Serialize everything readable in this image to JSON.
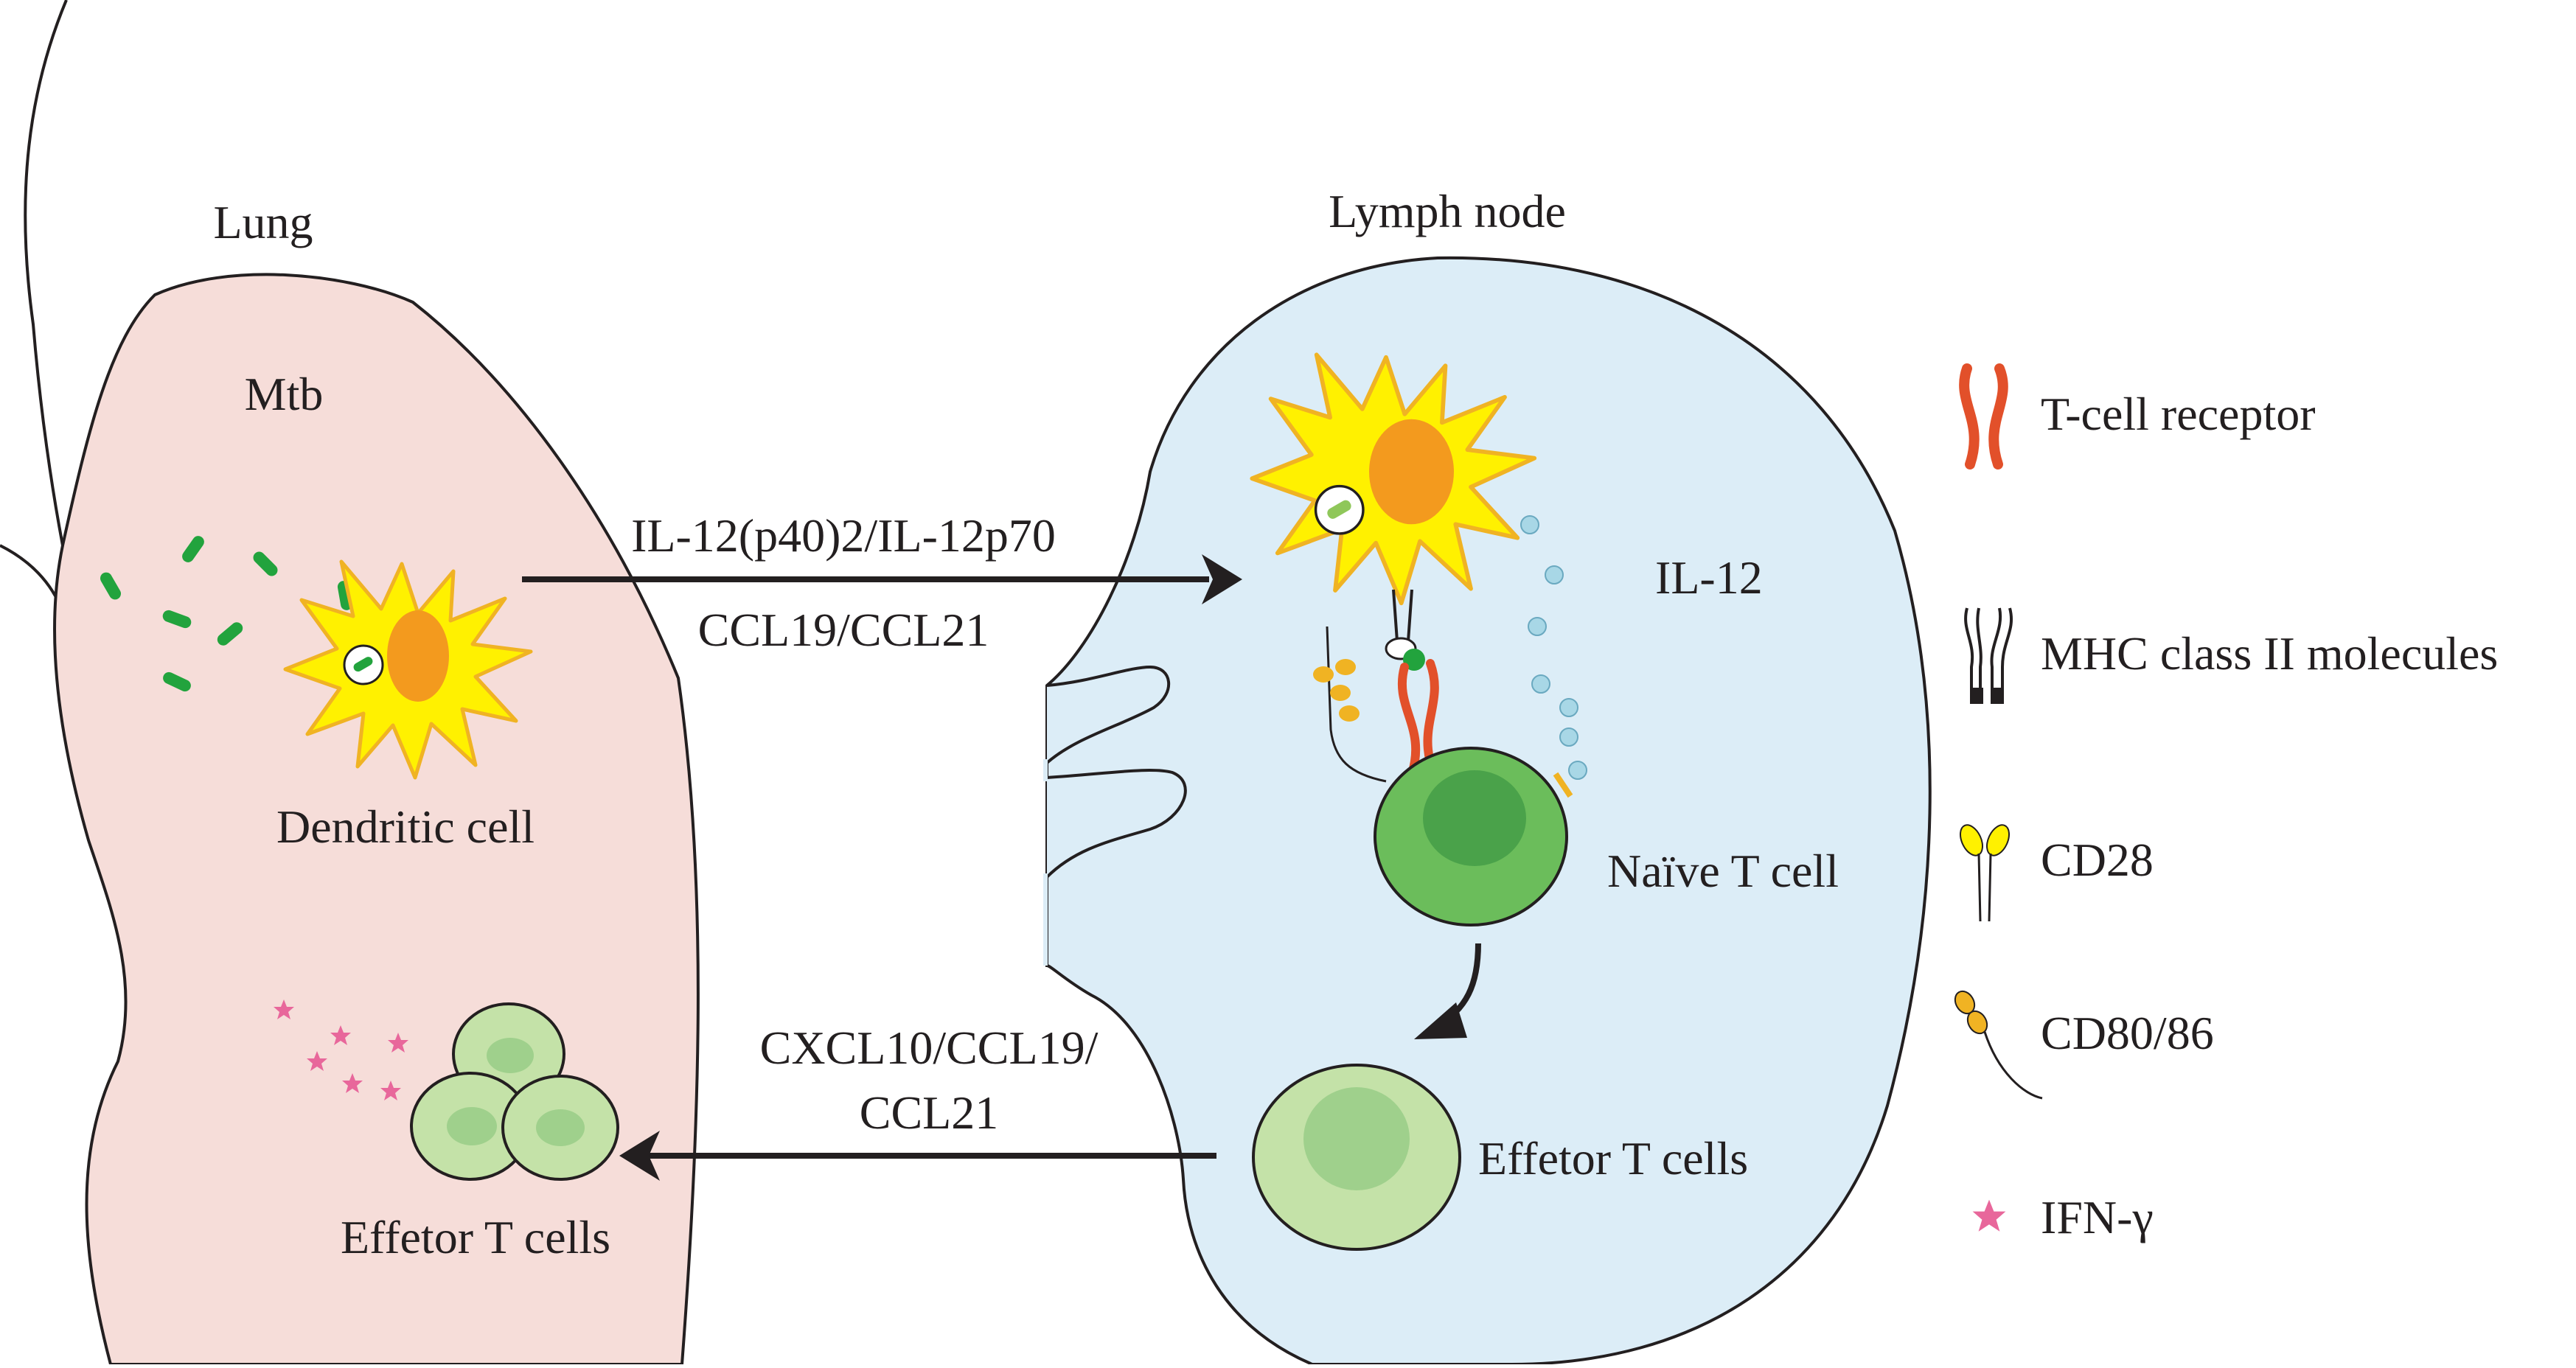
{
  "lung": {
    "title": "Lung",
    "mtb_label": "Mtb",
    "dendritic_label": "Dendritic cell",
    "effector_label": "Effetor T cells",
    "fill": "#f6ddd9"
  },
  "lymph_node": {
    "title": "Lymph node",
    "il12_label": "IL-12",
    "naive_label": "Naïve T cell",
    "effector_label": "Effetor T cells",
    "fill": "#dcedf7"
  },
  "arrows": {
    "to_lymph": {
      "line1": "IL-12(p40)2/IL-12p70",
      "line2": "CCL19/CCL21"
    },
    "to_lung": {
      "line1": "CXCL10/CCL19/",
      "line2": "CCL21"
    }
  },
  "legend": {
    "items": [
      {
        "label": "T-cell receptor",
        "icon": "t-cell-receptor-icon",
        "color": "#e2502a"
      },
      {
        "label": "MHC class II molecules",
        "icon": "mhc-class-ii-icon",
        "color": "#231f20"
      },
      {
        "label": "CD28",
        "icon": "cd28-icon",
        "color": "#fff100"
      },
      {
        "label": "CD80/86",
        "icon": "cd80-86-icon",
        "color": "#f0b323"
      },
      {
        "label": "IFN-γ",
        "icon": "ifn-gamma-icon",
        "color": "#e8679b"
      }
    ]
  },
  "colors": {
    "dendritic_cell": "#fff100",
    "dendritic_nucleus": "#f39a1e",
    "bacteria": "#22a33d",
    "naive_t_cell": "#6bbd5b",
    "effector_t_cell": "#c4e2a8",
    "il12_dots": "#a8d7e6"
  }
}
